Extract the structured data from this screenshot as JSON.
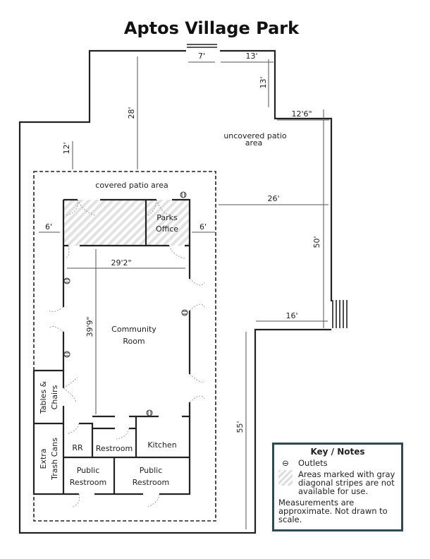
{
  "title": "Aptos Village Park",
  "areas": {
    "uncovered_patio": [
      "uncovered patio",
      "area"
    ],
    "covered_patio": "covered patio area",
    "parks_office": [
      "Parks",
      "Office"
    ],
    "community_room": [
      "Community",
      "Room"
    ],
    "tables_chairs": [
      "Tables &",
      "Chairs"
    ],
    "extra_trash": [
      "Extra",
      "Trash Cans"
    ],
    "rr": "RR",
    "restroom": "Restroom",
    "kitchen": "Kitchen",
    "public_restroom_1": [
      "Public",
      "Restroom"
    ],
    "public_restroom_2": [
      "Public",
      "Restroom"
    ]
  },
  "dimensions": {
    "gate": "7'",
    "top_right": "13'",
    "right_drop": "13'",
    "top_depth": "28'",
    "left_depth": "12'",
    "notch": "12'6\"",
    "east_depth": "50'",
    "east_patio": "26'",
    "west_gap": "6'",
    "east_gap": "6'",
    "building_width": "29'2\"",
    "building_depth": "39'9\"",
    "stairs_offset": "16'",
    "south_length": "55'"
  },
  "key": {
    "title": "Key / Notes",
    "outlets": "Outlets",
    "stripes": "Areas marked with gray diagonal stripes are not available for use.",
    "note": "Measurements are approximate. Not drawn to scale."
  },
  "colors": {
    "key_border": "#2d4a55",
    "stripe": "#dddddd"
  }
}
